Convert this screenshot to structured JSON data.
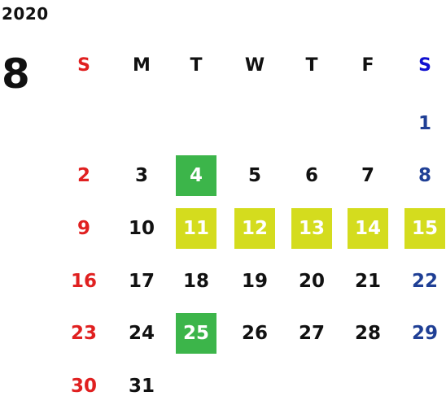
{
  "calendar": {
    "year": "2020",
    "month": "8",
    "weekdays": [
      {
        "label": "S",
        "color": "#e02020"
      },
      {
        "label": "M",
        "color": "#111111"
      },
      {
        "label": "T",
        "color": "#111111"
      },
      {
        "label": "W",
        "color": "#111111"
      },
      {
        "label": "T",
        "color": "#111111"
      },
      {
        "label": "F",
        "color": "#111111"
      },
      {
        "label": "S",
        "color": "#1010d0"
      }
    ],
    "first_weekday_index": 6,
    "days_in_month": 31,
    "colors": {
      "sunday": "#e02020",
      "saturday": "#1f3f95",
      "weekday": "#111111",
      "highlight_text": "#ffffff"
    },
    "highlights": {
      "4": "#3cb54a",
      "25": "#3cb54a",
      "11": "#d4dc1e",
      "12": "#d4dc1e",
      "13": "#d4dc1e",
      "14": "#d4dc1e",
      "15": "#d4dc1e"
    }
  }
}
